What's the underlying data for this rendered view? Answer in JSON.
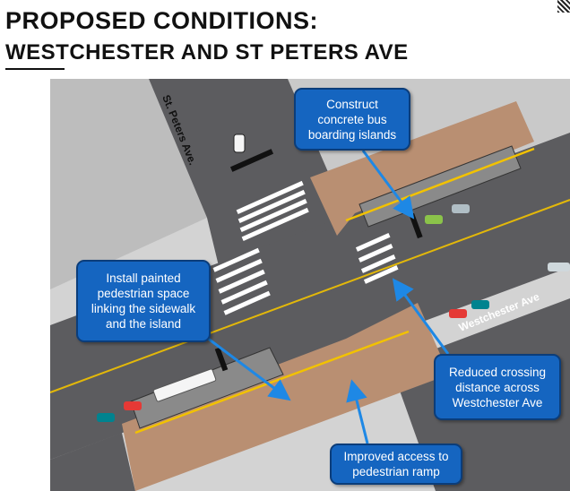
{
  "header": {
    "title_line1": "PROPOSED CONDITIONS:",
    "title_line2": "WESTCHESTER AND  ST PETERS AVE"
  },
  "streets": {
    "st_peters": "St. Peters Ave.",
    "westchester": "Westchester Ave"
  },
  "callouts": {
    "bus_islands": [
      "Construct",
      "concrete bus",
      "boarding islands"
    ],
    "painted_space": [
      "Install painted",
      "pedestrian space",
      "linking the sidewalk",
      "and the island"
    ],
    "crossing": [
      "Reduced crossing",
      "distance across",
      "Westchester Ave"
    ],
    "ramp": [
      "Improved access to",
      "pedestrian ramp"
    ]
  },
  "colors": {
    "road": "#5c5c5f",
    "sidewalk": "#d3d3d3",
    "painted_space": "#b98f72",
    "bus_island": "#8a8a8a",
    "callout_blue": "#1565c0",
    "arrow_blue": "#1e88e5",
    "curb_yellow": "#f2c200"
  }
}
